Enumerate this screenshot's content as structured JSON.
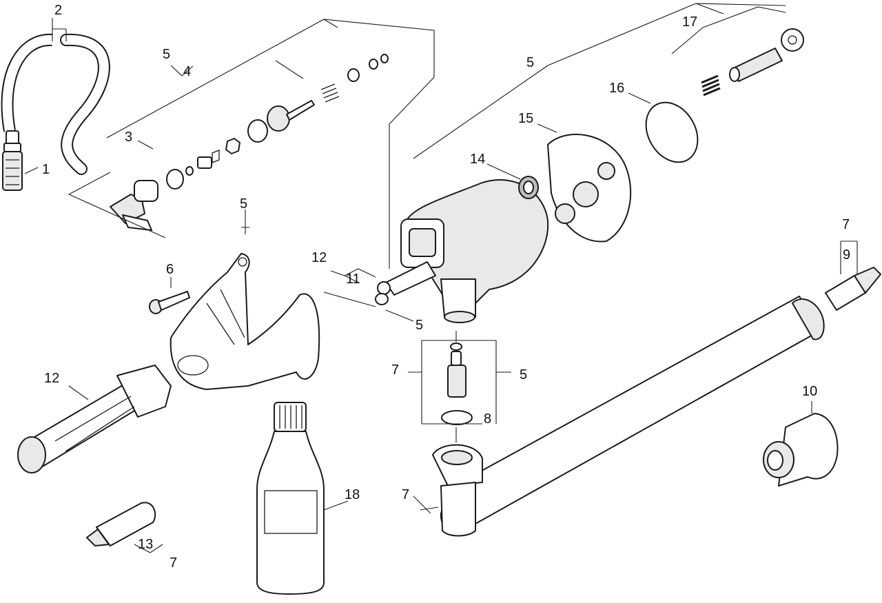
{
  "callouts": {
    "c1": "1",
    "c2": "2",
    "c3": "3",
    "c4": "4",
    "c5a": "5",
    "c5b": "5",
    "c5c": "5",
    "c5d": "5",
    "c5e": "5",
    "c6": "6",
    "c7a": "7",
    "c7b": "7",
    "c7c": "7",
    "c7d": "7",
    "c8": "8",
    "c9": "9",
    "c10": "10",
    "c11": "11",
    "c12a": "12",
    "c12b": "12",
    "c13": "13",
    "c14": "14",
    "c15": "15",
    "c16": "16",
    "c17": "17",
    "c18": "18"
  },
  "colors": {
    "line": "#1a1a1a",
    "shade": "#e9e9e9",
    "background": "#ffffff"
  }
}
